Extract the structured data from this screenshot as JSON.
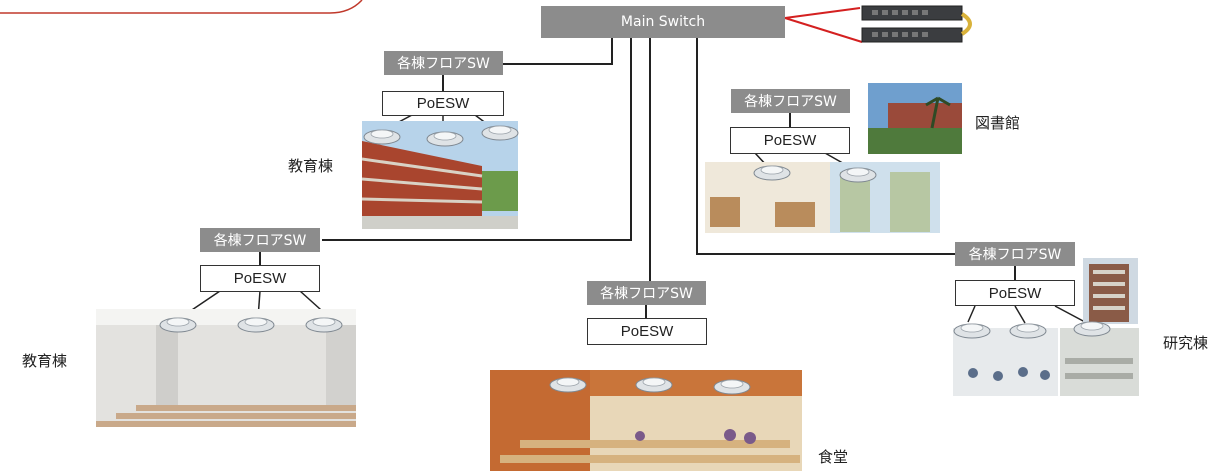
{
  "main_switch": {
    "label": "Main Switch"
  },
  "nodes": {
    "edu_top": {
      "floor_sw": "各棟フロアSW",
      "poe": "PoESW",
      "building": "教育棟"
    },
    "edu_left": {
      "floor_sw": "各棟フロアSW",
      "poe": "PoESW",
      "building": "教育棟"
    },
    "cafeteria": {
      "floor_sw": "各棟フロアSW",
      "poe": "PoESW",
      "building": "食堂"
    },
    "library": {
      "floor_sw": "各棟フロアSW",
      "poe": "PoESW",
      "building": "図書館"
    },
    "research": {
      "floor_sw": "各棟フロアSW",
      "poe": "PoESW",
      "building": "研究棟"
    }
  },
  "colors": {
    "box_gray": "#8c8c8c",
    "line": "#222222",
    "cable_red": "#d42020",
    "cable_yellow": "#d9b23a",
    "frame_red": "#c0392b"
  },
  "icons": [
    "access-point-icon",
    "rack-switch-icon"
  ]
}
